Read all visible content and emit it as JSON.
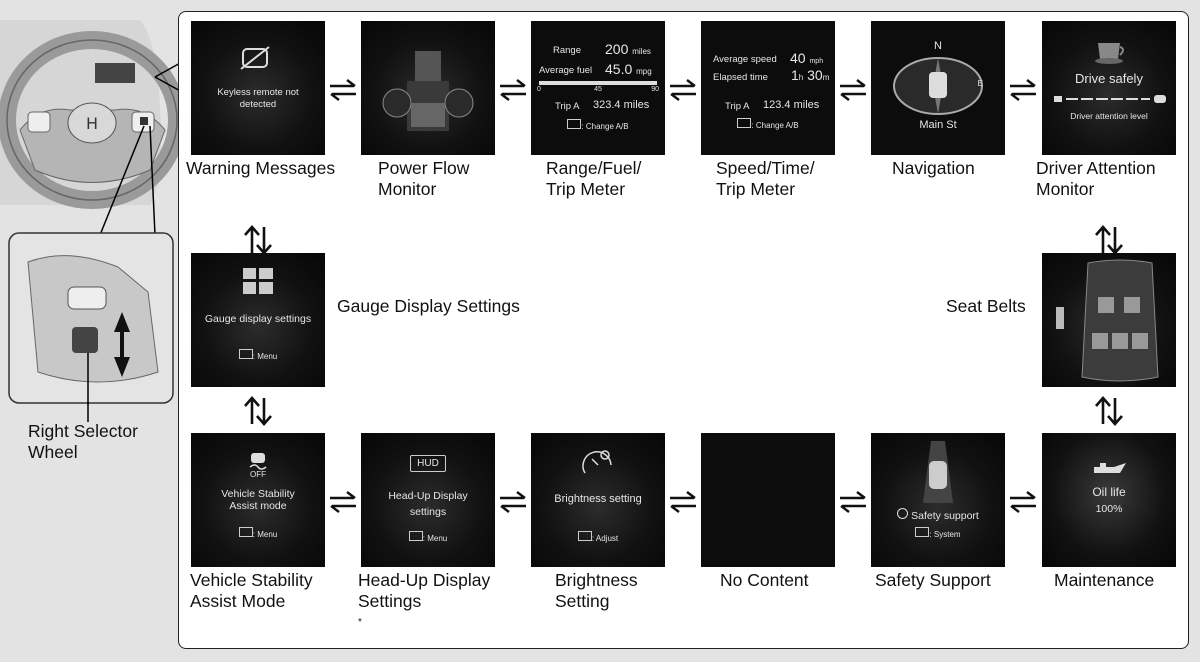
{
  "screens": {
    "warning": {
      "caption": [
        "Warning Messages"
      ],
      "lines": [
        "Keyless remote not",
        "detected"
      ]
    },
    "power": {
      "caption": [
        "Power Flow",
        "Monitor"
      ]
    },
    "range": {
      "caption": [
        "Range/Fuel/",
        "Trip Meter"
      ],
      "range_label": "Range",
      "range_value": "200",
      "range_unit": "miles",
      "fuel_label": "Average fuel",
      "fuel_value": "45.0",
      "fuel_unit": "mpg",
      "scale_min": "0",
      "scale_mid": "45",
      "scale_max": "90",
      "trip_label": "Trip A",
      "trip_value": "323.4 miles",
      "change": ": Change A/B"
    },
    "speed": {
      "caption": [
        "Speed/Time/",
        "Trip Meter"
      ],
      "avg_label": "Average speed",
      "avg_value": "40",
      "avg_unit": "mph",
      "elapsed_label": "Elapsed time",
      "elapsed_h": "1",
      "elapsed_h_unit": "h",
      "elapsed_m": "30",
      "elapsed_m_unit": "m",
      "trip_label": "Trip A",
      "trip_value": "123.4 miles",
      "change": ": Change A/B"
    },
    "navigation": {
      "caption": [
        "Navigation"
      ],
      "north": "N",
      "east": "E",
      "street": "Main St"
    },
    "attention": {
      "caption": [
        "Driver Attention",
        "Monitor"
      ],
      "title": "Drive safely",
      "level": "Driver attention level"
    },
    "gauge": {
      "caption": [
        "Gauge Display Settings"
      ],
      "line": "Gauge display settings",
      "menu": ": Menu"
    },
    "seatbelts": {
      "caption": [
        "Seat Belts"
      ]
    },
    "vsa": {
      "caption": [
        "Vehicle Stability",
        "Assist Mode"
      ],
      "off": "OFF",
      "lines": [
        "Vehicle Stability",
        "Assist mode"
      ],
      "menu": ": Menu"
    },
    "hud": {
      "caption": [
        "Head-Up Display",
        "Settings"
      ],
      "star": "*",
      "badge": "HUD",
      "lines": [
        "Head-Up Display",
        "settings"
      ],
      "menu": ": Menu"
    },
    "brightness": {
      "caption": [
        "Brightness",
        "Setting"
      ],
      "line": "Brightness setting",
      "adjust": ": Adjust"
    },
    "nocontent": {
      "caption": [
        "No Content"
      ]
    },
    "safety": {
      "caption": [
        "Safety Support"
      ],
      "line": "Safety support",
      "system": ": System"
    },
    "maintenance": {
      "caption": [
        "Maintenance"
      ],
      "title": "Oil life",
      "value": "100%"
    }
  },
  "wheel_label": [
    "Right Selector",
    "Wheel"
  ]
}
